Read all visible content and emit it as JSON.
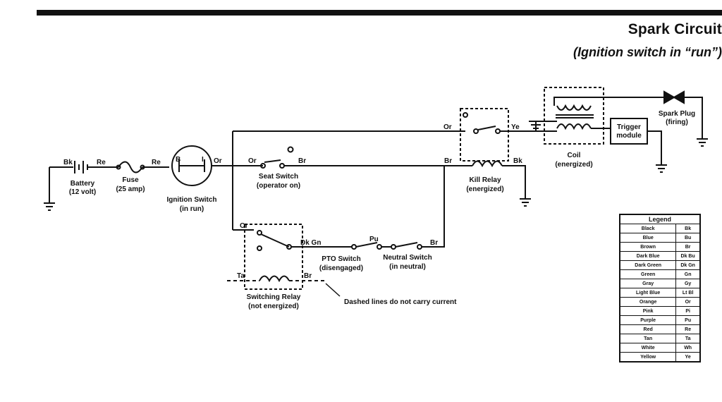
{
  "header": {
    "title": "Spark Circuit",
    "subtitle": "(Ignition switch in “run”)"
  },
  "wire_labels": {
    "bk_battery": "Bk",
    "re_battery": "Re",
    "re_fuse": "Re",
    "ign_b": "B",
    "ign_i": "I",
    "or_ign": "Or",
    "or_seat": "Or",
    "br_seat": "Br",
    "or_kill_top": "Or",
    "ye_kill": "Ye",
    "br_kill": "Br",
    "bk_kill": "Bk",
    "or_relay": "Or",
    "dkgn_relay": "Dk Gn",
    "pu_pto": "Pu",
    "br_neutral": "Br",
    "ta_relay": "Ta",
    "br_relay": "Br"
  },
  "components": {
    "battery": {
      "name": "Battery",
      "detail": "(12 volt)"
    },
    "fuse": {
      "name": "Fuse",
      "detail": "(25 amp)"
    },
    "ignition_switch": {
      "name": "Ignition Switch",
      "detail": "(in run)"
    },
    "seat_switch": {
      "name": "Seat Switch",
      "detail": "(operator on)"
    },
    "kill_relay": {
      "name": "Kill Relay",
      "detail": "(energized)"
    },
    "coil": {
      "name": "Coil",
      "detail": "(energized)"
    },
    "trigger_module": {
      "line1": "Trigger",
      "line2": "module"
    },
    "spark_plug": {
      "name": "Spark Plug",
      "detail": "(firing)"
    },
    "switching_relay": {
      "name": "Switching Relay",
      "detail": "(not energized)"
    },
    "pto_switch": {
      "name": "PTO Switch",
      "detail": "(disengaged)"
    },
    "neutral_switch": {
      "name": "Neutral Switch",
      "detail": "(in neutral)"
    }
  },
  "note": "Dashed lines do not carry current",
  "legend": {
    "title": "Legend",
    "rows": [
      {
        "color": "Black",
        "code": "Bk"
      },
      {
        "color": "Blue",
        "code": "Bu"
      },
      {
        "color": "Brown",
        "code": "Br"
      },
      {
        "color": "Dark Blue",
        "code": "Dk Bu"
      },
      {
        "color": "Dark Green",
        "code": "Dk Gn"
      },
      {
        "color": "Green",
        "code": "Gn"
      },
      {
        "color": "Gray",
        "code": "Gy"
      },
      {
        "color": "Light Blue",
        "code": "Lt Bl"
      },
      {
        "color": "Orange",
        "code": "Or"
      },
      {
        "color": "Pink",
        "code": "Pi"
      },
      {
        "color": "Purple",
        "code": "Pu"
      },
      {
        "color": "Red",
        "code": "Re"
      },
      {
        "color": "Tan",
        "code": "Ta"
      },
      {
        "color": "White",
        "code": "Wh"
      },
      {
        "color": "Yellow",
        "code": "Ye"
      }
    ]
  }
}
